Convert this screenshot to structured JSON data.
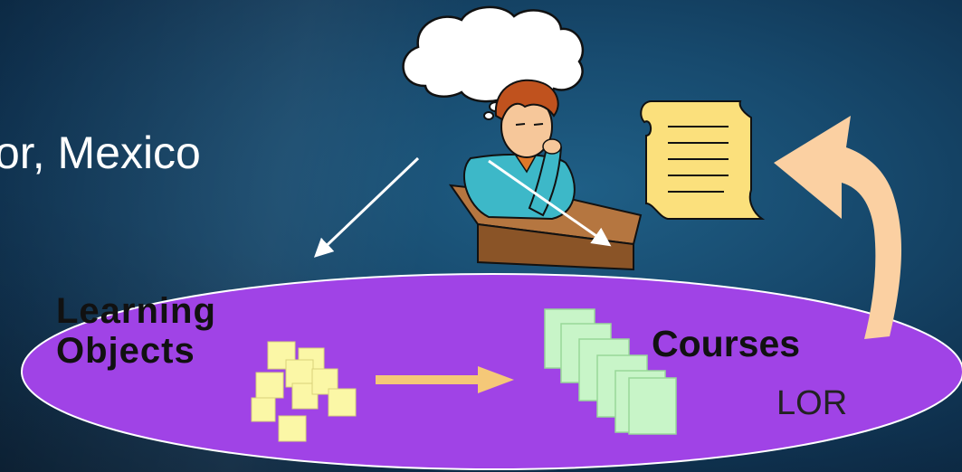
{
  "headline": "or, Mexico",
  "labels": {
    "learning_objects_line1": "Learning",
    "learning_objects_line2": "Objects",
    "courses": "Courses",
    "repository": "LOR"
  },
  "colors": {
    "ellipse_fill": "#a043e6",
    "object_fill": "#fbf7a6",
    "course_fill": "#c8f5c8",
    "flow_arrow": "#f5c878",
    "curved_arrow": "#fbd0a2",
    "document_fill": "#fbe07c"
  },
  "icons": [
    "thought-bubble-icon",
    "thinking-student-icon",
    "document-scroll-icon"
  ]
}
